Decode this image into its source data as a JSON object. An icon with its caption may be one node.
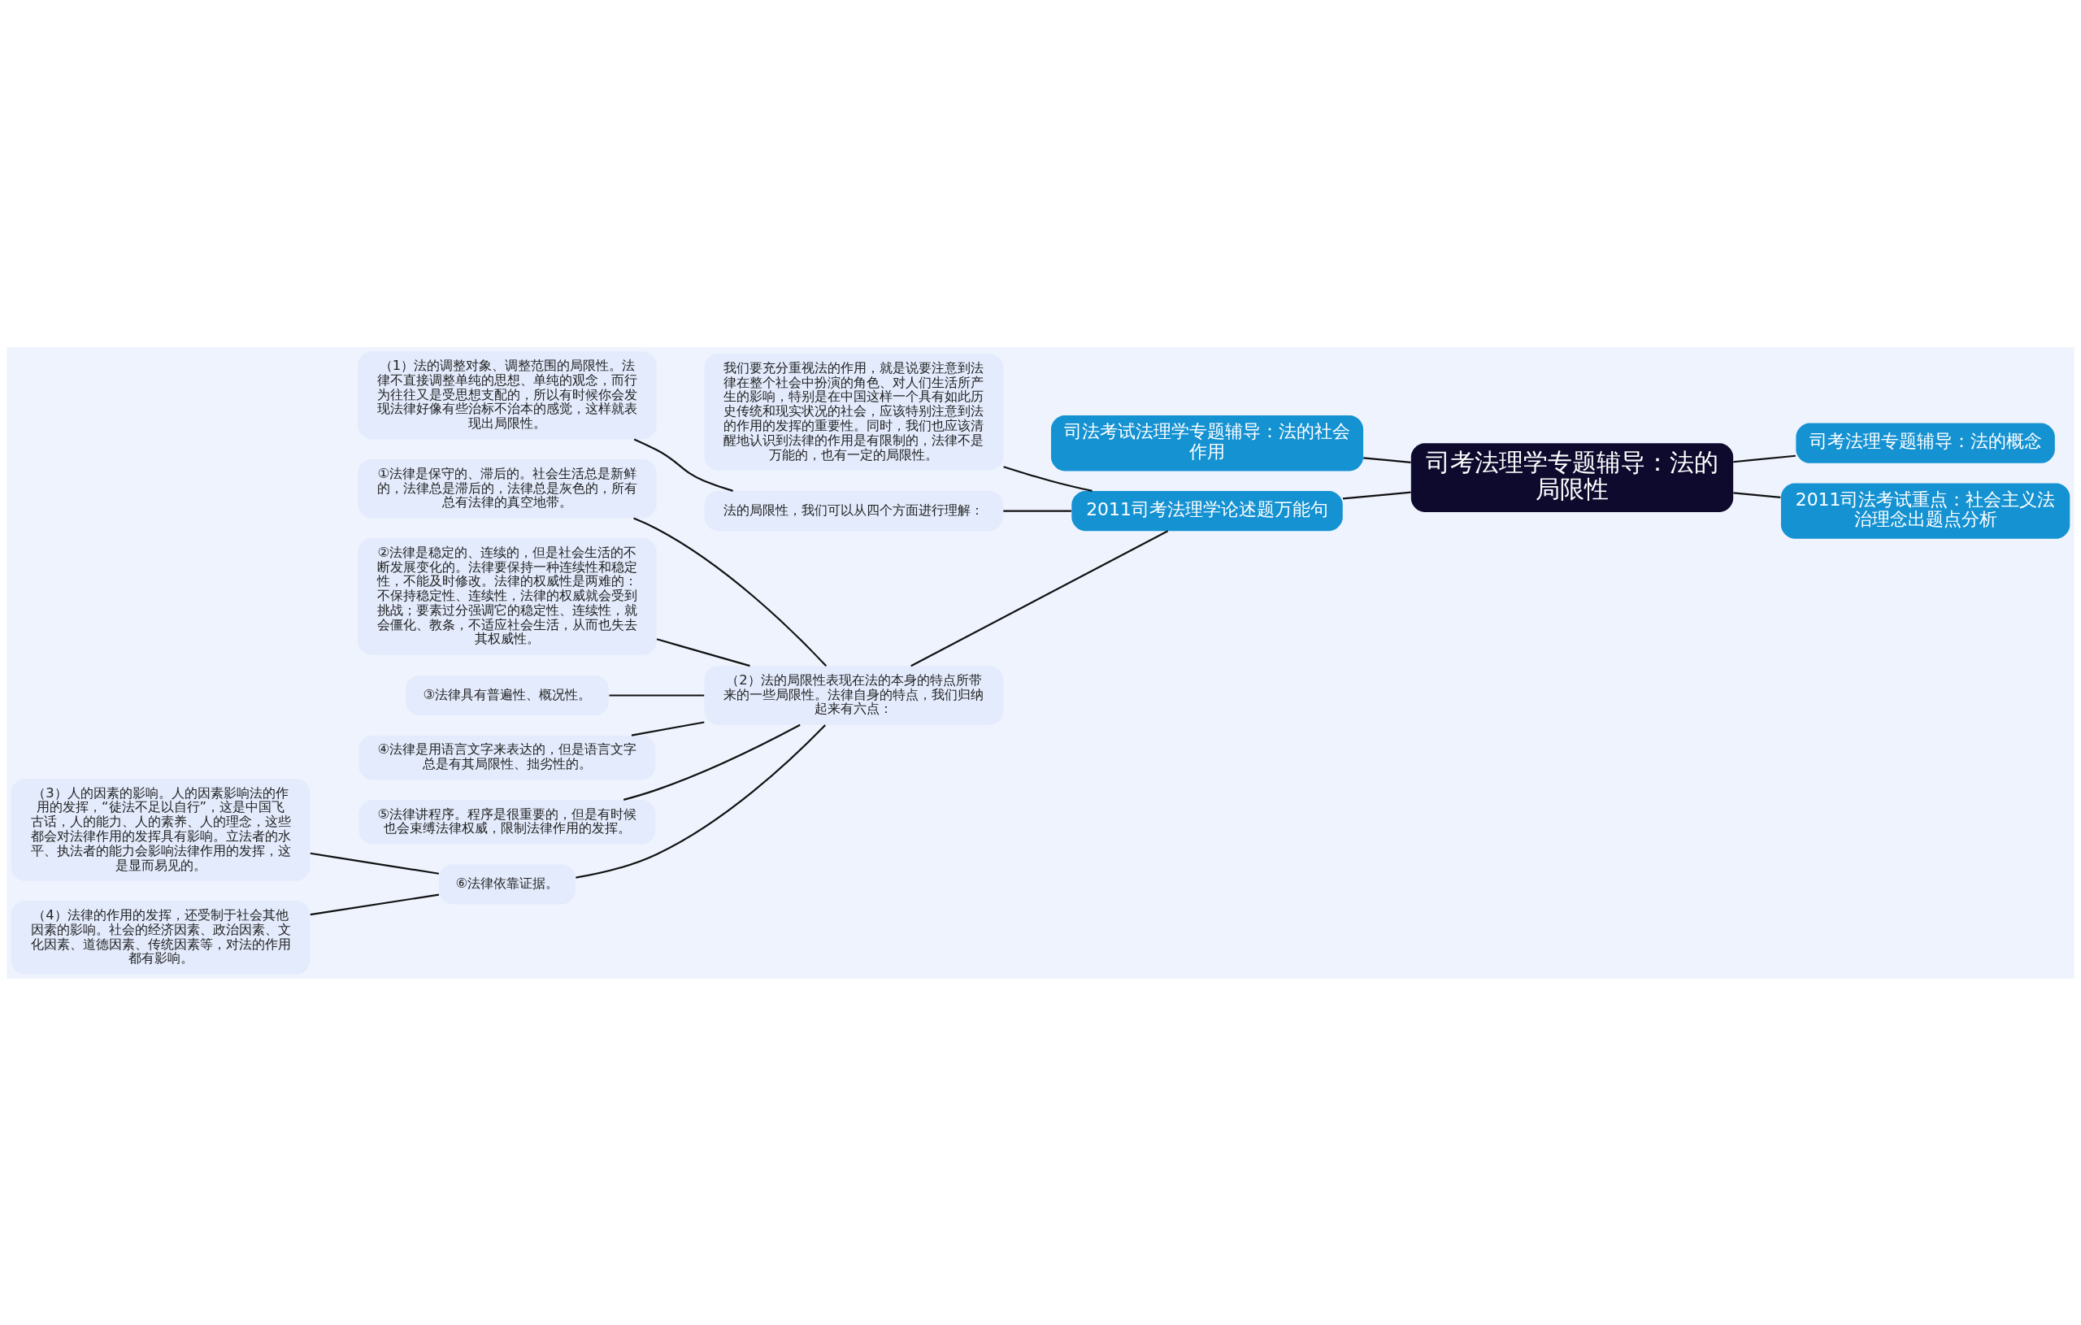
{
  "diagram": {
    "nodes": [
      {
        "text": [
          "司考法理学专题辅导：法的局限性"
        ]
      },
      {
        "text": [
          "司法考试法理学专题辅导：法的社会作用"
        ]
      },
      {
        "text": [
          "司考法理专题辅导：法的概念"
        ]
      },
      {
        "text": [
          "2011司法考试重点：社会主义法治理念出题点分析"
        ]
      },
      {
        "text": [
          "2011司考法理学论述题万能句"
        ]
      },
      {
        "text": [
          "我们要充分重视法的作用，就是说要注意到法律在整个社会中扮演的角色、对人们生活所产生的影响，特别是在中国这样一个具有如此历史传统和现实状况的社会，应该特别注意到法的作用的发挥的重要性。同时，我们也应该清醒地认识到法律的作用是有限制的，法律不是万能的，也有一定的局限性。"
        ]
      },
      {
        "text": [
          "法的局限性，我们可以从四个方面进行理解："
        ]
      },
      {
        "text": [
          "（1）法的调整对象、调整范围的局限性。法律不直接调整单纯的思想、单纯的观念，而行为往往又是受思想支配的，所以有时候你会发现法律好像有些治标不治本的感觉，这样就表现出局限性。"
        ]
      },
      {
        "text": [
          "（2）法的局限性表现在法的本身的特点所带来的一些局限性。法律自身的特点，我们归纳起来有六点："
        ]
      },
      {
        "text": [
          "①法律是保守的、滞后的。社会生活总是新鲜的，法律总是滞后的，法律总是灰色的，所有总有法律的真空地带。"
        ]
      },
      {
        "text": [
          "②法律是稳定的、连续的，但是社会生活的不断发展变化的。法律要保持一种连续性和稳定性，不能及时修改。法律的权威性是两难的：不保持稳定性、连续性，法律的权威就会受到挑战；要素过分强调它的稳定性、连续性，就会僵化、教条，不适应社会生活，从而也失去其权威性。"
        ]
      },
      {
        "text": [
          "③法律具有普遍性、概况性。"
        ]
      },
      {
        "text": [
          "④法律是用语言文字来表达的，但是语言文字总是有其局限性、拙劣性的。"
        ]
      },
      {
        "text": [
          "⑤法律讲程序。程序是很重要的，但是有时候也会束缚法律权威，限制法律作用的发挥。"
        ]
      },
      {
        "text": [
          "⑥法律依靠证据。"
        ]
      },
      {
        "text": [
          "（3）人的因素的影响。人的因素影响法的作用的发挥，“徒法不足以自行”，这是中国飞古话，人的能力、人的素养、人的理念，这些都会对法律作用的发挥具有影响。立法者的水平、执法者的能力会影响法律作用的发挥，这是显而易见的。"
        ]
      },
      {
        "text": [
          "（4）法律的作用的发挥，还受制于社会其他因素的影响。社会的经济因素、政治因素、文化因素、道德因素、传统因素等，对法的作用都有影响。"
        ]
      }
    ],
    "edges": [
      {
        "from": 0,
        "to": 1,
        "arrow": "none"
      },
      {
        "from": 2,
        "to": 0,
        "arrow": "none"
      },
      {
        "from": 3,
        "to": 0,
        "arrow": "none"
      },
      {
        "from": 0,
        "to": 4,
        "arrow": "none"
      },
      {
        "from": 4,
        "to": 5,
        "arrow": "none"
      },
      {
        "from": 4,
        "to": 6,
        "arrow": "none"
      },
      {
        "from": 6,
        "to": 7,
        "arrow": "none"
      },
      {
        "from": 4,
        "to": 8,
        "arrow": "none"
      },
      {
        "from": 8,
        "to": 9,
        "arrow": "none"
      },
      {
        "from": 8,
        "to": 10,
        "arrow": "none"
      },
      {
        "from": 8,
        "to": 11,
        "arrow": "none"
      },
      {
        "from": 8,
        "to": 12,
        "arrow": "none"
      },
      {
        "from": 8,
        "to": 13,
        "arrow": "none"
      },
      {
        "from": 8,
        "to": 14,
        "arrow": "none"
      },
      {
        "from": 14,
        "to": 15,
        "arrow": "none"
      },
      {
        "from": 14,
        "to": 16,
        "arrow": "none"
      }
    ]
  }
}
